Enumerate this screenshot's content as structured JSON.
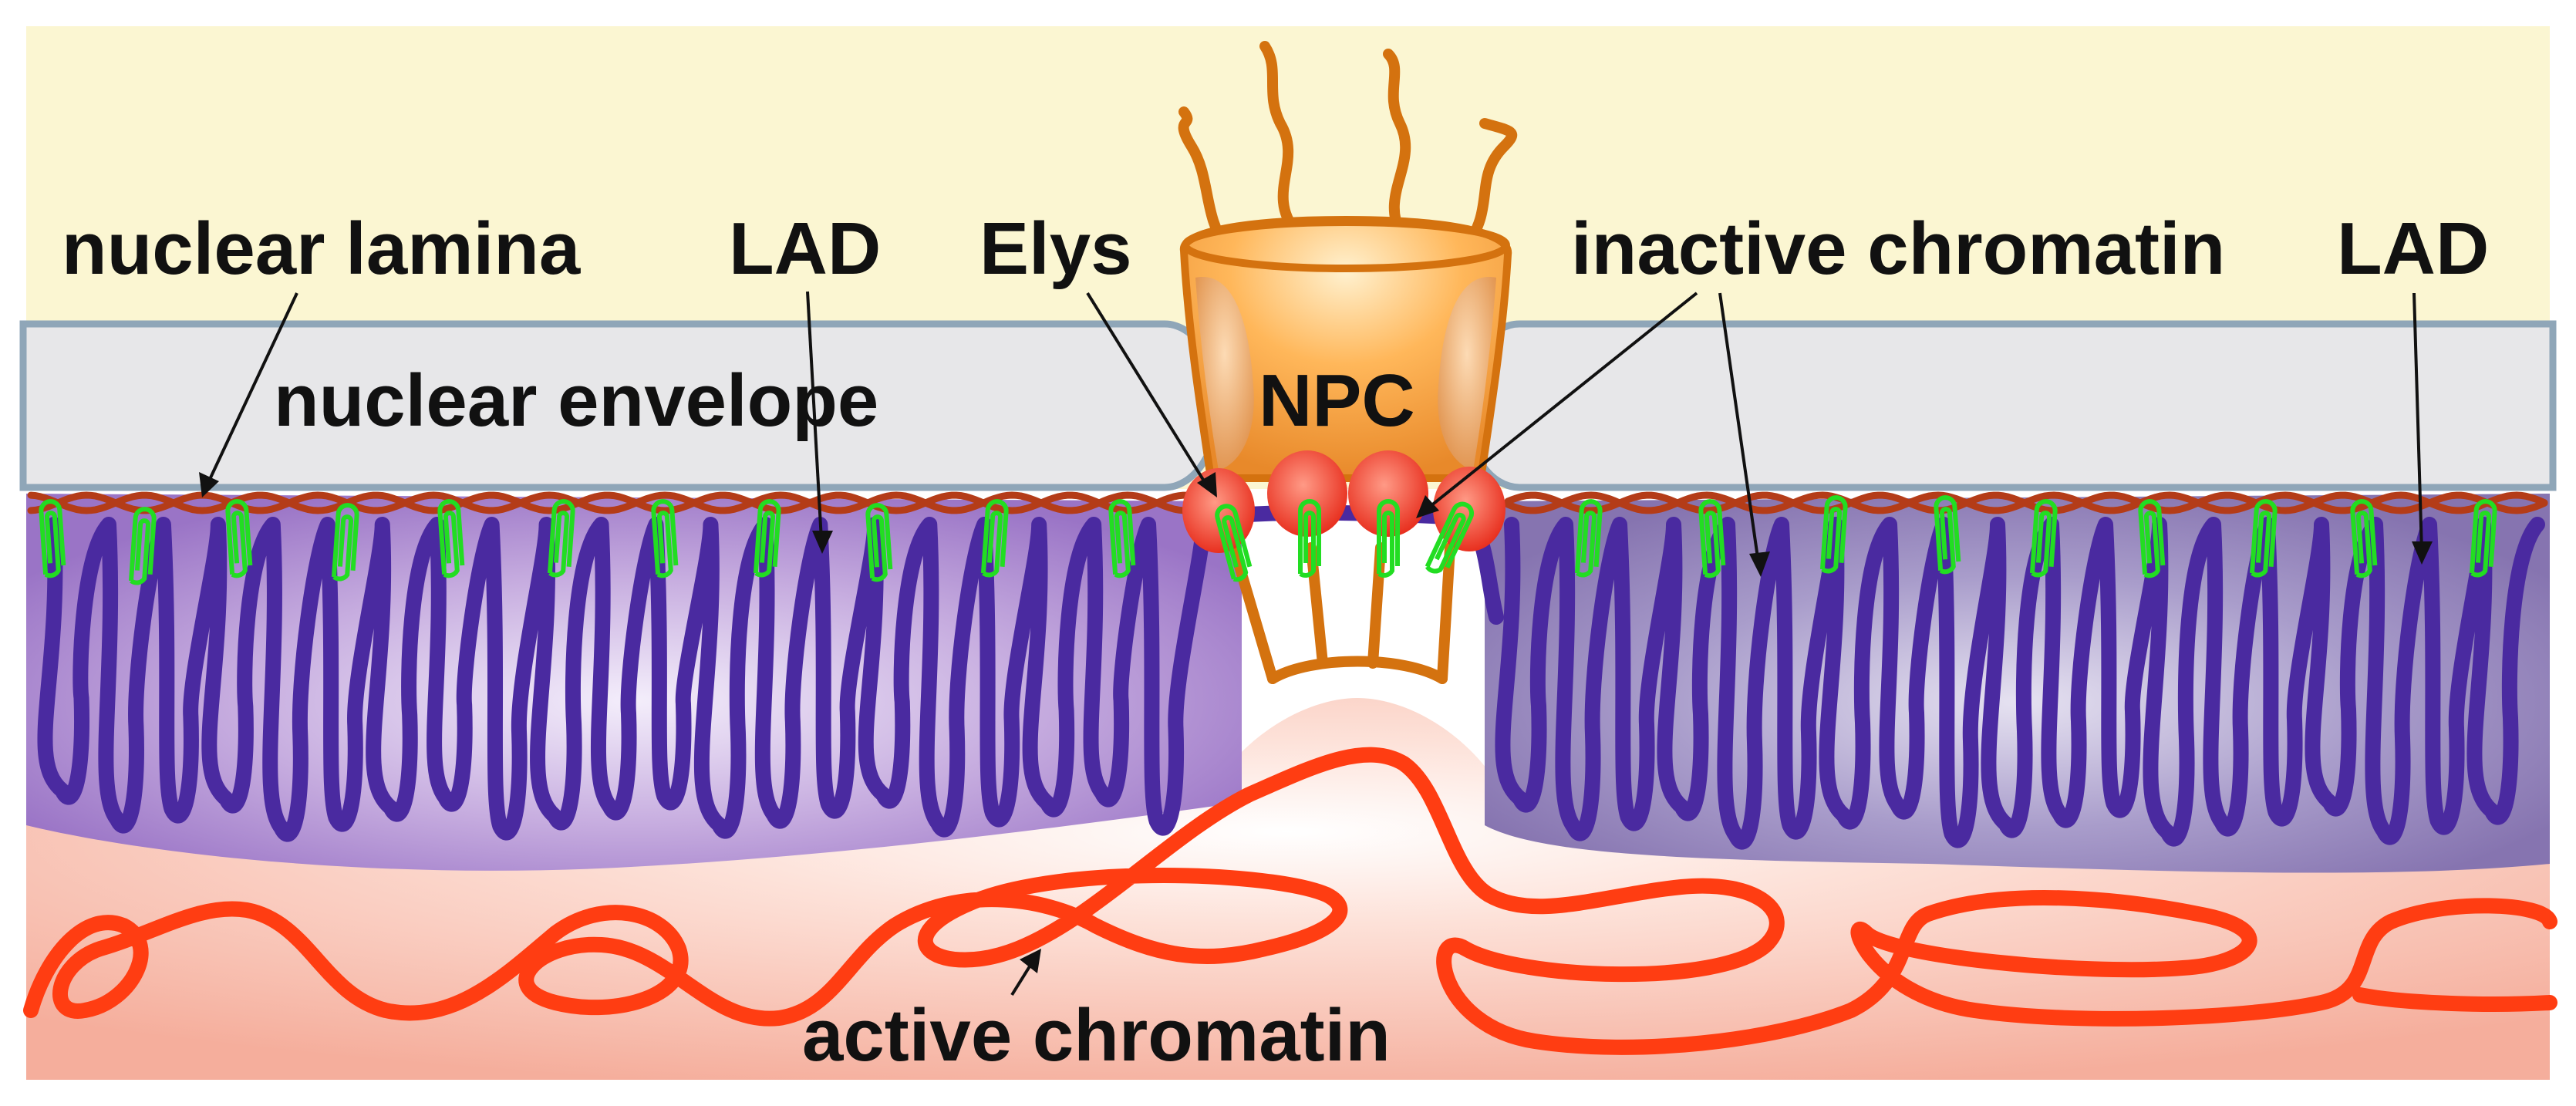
{
  "labels": {
    "nuclear_lamina": "nuclear lamina",
    "lad_left": "LAD",
    "elys": "Elys",
    "inactive_chromatin": "inactive chromatin",
    "lad_right": "LAD",
    "nuclear_envelope": "nuclear envelope",
    "npc": "NPC",
    "active_chromatin": "active chromatin"
  },
  "colors": {
    "cytoplasm": "#fbf6d2",
    "nuclear_envelope": "#e7e7e9",
    "envelope_border": "#8fa6b8",
    "lamina": "#b43c18",
    "lad_region_left": "#a27ccc",
    "lad_region_right": "#8d7eb8",
    "inactive_chromatin": "#4a2aa0",
    "lad_clip": "#22dd22",
    "nucleoplasm": "#f6b3a2",
    "active_chromatin": "#ff3d12",
    "npc_body": "#f6a437",
    "npc_outline": "#d4720f",
    "elys": "#ee3a2a"
  }
}
